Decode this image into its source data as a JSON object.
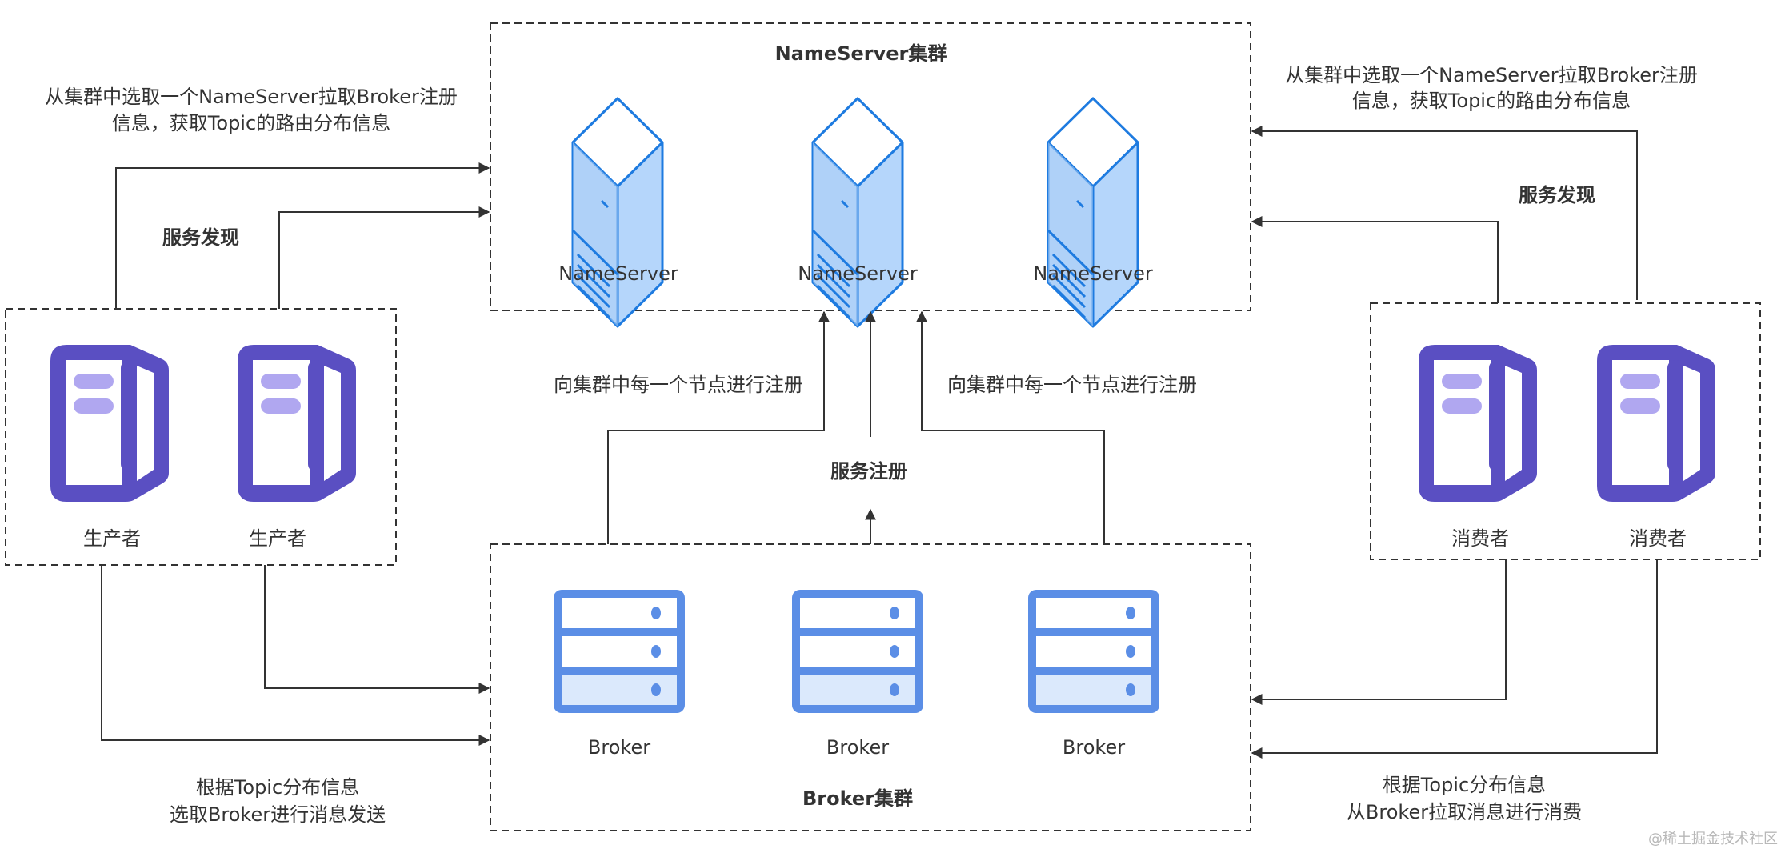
{
  "colors": {
    "line": "#333333",
    "ns_stroke": "#1e7be0",
    "ns_fill": "#b5d6fb",
    "broker_stroke": "#5b8ee6",
    "broker_fill_light": "#dbe9fc",
    "client_stroke": "#5a4fc2",
    "client_accent": "#b0a7f0"
  },
  "nameserver_cluster": {
    "title": "NameServer集群",
    "nodes": [
      {
        "label": "NameServer",
        "icon": "server-tower-icon"
      },
      {
        "label": "NameServer",
        "icon": "server-tower-icon"
      },
      {
        "label": "NameServer",
        "icon": "server-tower-icon"
      }
    ]
  },
  "broker_cluster": {
    "title": "Broker集群",
    "nodes": [
      {
        "label": "Broker",
        "icon": "server-rack-icon"
      },
      {
        "label": "Broker",
        "icon": "server-rack-icon"
      },
      {
        "label": "Broker",
        "icon": "server-rack-icon"
      }
    ]
  },
  "producers": {
    "nodes": [
      {
        "label": "生产者",
        "icon": "client-server-icon"
      },
      {
        "label": "生产者",
        "icon": "client-server-icon"
      }
    ]
  },
  "consumers": {
    "nodes": [
      {
        "label": "消费者",
        "icon": "client-server-icon"
      },
      {
        "label": "消费者",
        "icon": "client-server-icon"
      }
    ]
  },
  "annotations": {
    "left_discovery_note": [
      "从集群中选取一个NameServer拉取Broker注册",
      "信息，获取Topic的路由分布信息"
    ],
    "right_discovery_note": [
      "从集群中选取一个NameServer拉取Broker注册",
      "信息，获取Topic的路由分布信息"
    ],
    "left_discovery_label": "服务发现",
    "right_discovery_label": "服务发现",
    "register_left": "向集群中每一个节点进行注册",
    "register_right": "向集群中每一个节点进行注册",
    "register_label": "服务注册",
    "producer_send_note": [
      "根据Topic分布信息",
      "选取Broker进行消息发送"
    ],
    "consumer_pull_note": [
      "根据Topic分布信息",
      "从Broker拉取消息进行消费"
    ]
  },
  "watermark": "@稀土掘金技术社区"
}
